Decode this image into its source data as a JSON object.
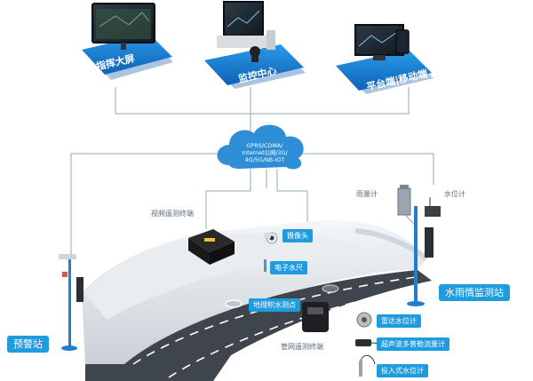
{
  "top_nodes": {
    "command": "指挥大屏",
    "monitor": "监控中心",
    "platform": "平台端|移动端"
  },
  "cloud": {
    "line1": "GPRS/CDMA/",
    "line2": "Internet公网/3G/",
    "line3": "4G/5G/NB-IOT"
  },
  "labels": {
    "video_terminal": "视频遥测终端",
    "camera": "摄像头",
    "water_ruler": "电子水尺",
    "low_water_point": "地理积水测点",
    "pipe_terminal": "管网遥测终端",
    "radar_level": "雷达水位计",
    "ultrasonic": "超声波多普勒流量计",
    "submersible": "投入式水位计",
    "rain_gauge": "雨量计",
    "water_level_gauge": "水位计",
    "station_monitor": "水雨情监测站",
    "station_warning": "预警站"
  },
  "colors": {
    "accent": "#1f9be0",
    "line": "#8ea9c1",
    "platform": "#1a7fd0"
  }
}
